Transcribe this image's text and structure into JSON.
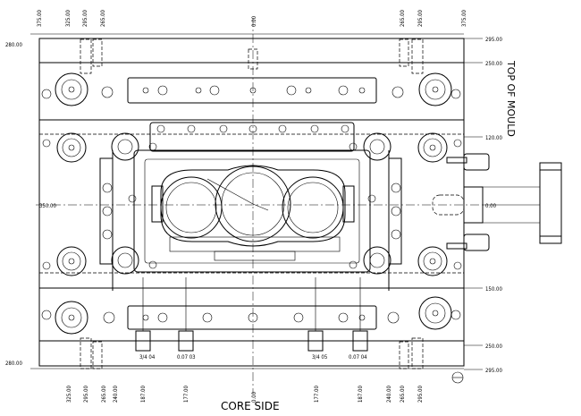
{
  "labels": {
    "core_side": "CORE SIDE",
    "top_of_mould": "TOP OF MOULD"
  },
  "dims": {
    "top_left": [
      "375.00",
      "325.00",
      "295.00",
      "265.00"
    ],
    "top_center": "0.00",
    "top_right": [
      "265.00",
      "295.00",
      "375.00"
    ],
    "left": [
      "280.00",
      "280.00",
      "350.00"
    ],
    "right": [
      "295.00",
      "250.00",
      "120.00",
      "0.00",
      "150.00",
      "250.00",
      "295.00"
    ],
    "bottom": [
      "325.00",
      "295.00",
      "265.00",
      "240.00",
      "187.00",
      "177.00",
      "0.00",
      "177.00",
      "187.00",
      "240.00",
      "265.00",
      "295.00"
    ],
    "bottom_inner": [
      "3/4 04",
      "0.07 03",
      "3/4 05",
      "0.07 04"
    ]
  }
}
